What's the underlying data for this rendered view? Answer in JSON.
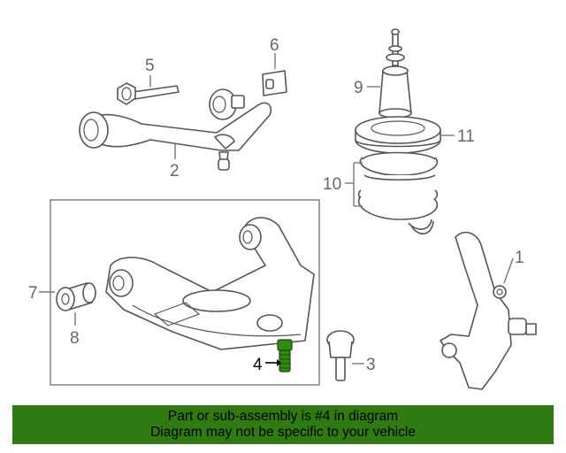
{
  "callouts": {
    "c1": "1",
    "c2": "2",
    "c3": "3",
    "c4": "4",
    "c5": "5",
    "c6": "6",
    "c7": "7",
    "c8": "8",
    "c9": "9",
    "c10": "10",
    "c11": "11"
  },
  "banner": {
    "line1": "Part or sub-assembly is #4 in diagram",
    "line2": "Diagram may not be specific to your vehicle"
  },
  "colors": {
    "banner_bg": "#2f7a12",
    "highlight_part": "#2f8a14",
    "line_gray": "#777777"
  }
}
